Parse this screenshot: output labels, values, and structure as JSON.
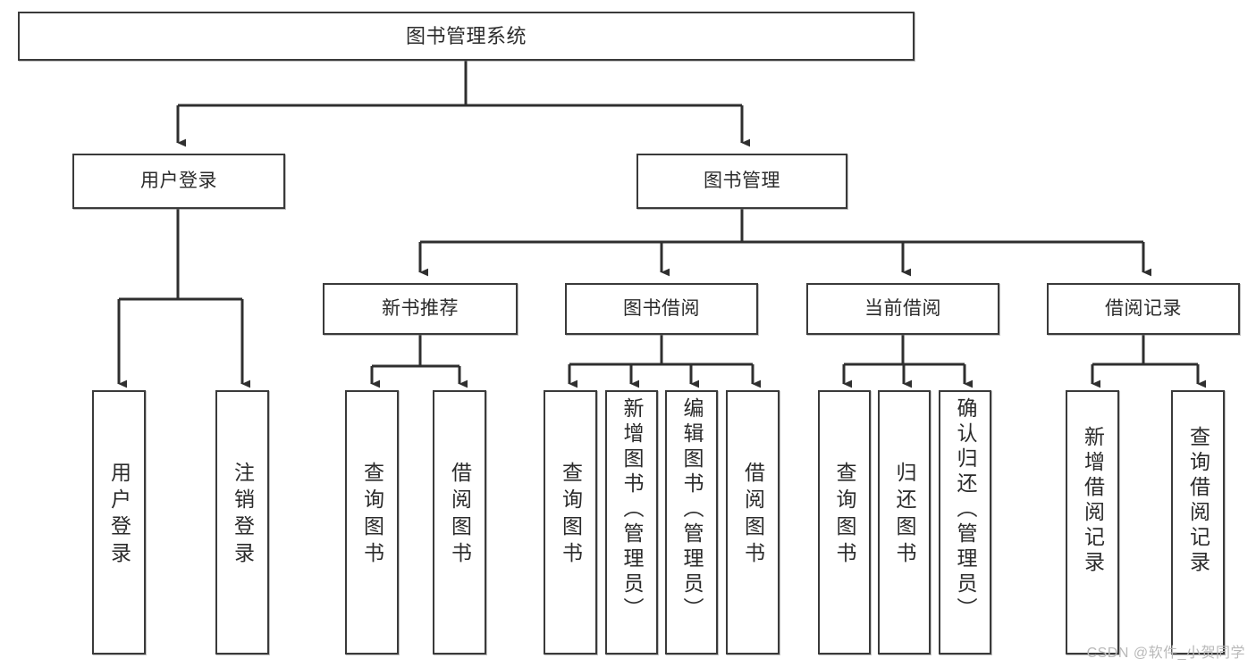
{
  "diagram": {
    "type": "tree",
    "title": "图书管理系统",
    "watermark": "CSDN @软件_小贺同学",
    "colors": {
      "box_border": "#3a3a3a",
      "box_fill": "#ffffff",
      "connector": "#2f2f2f",
      "text": "#2b2b2b",
      "watermark": "#b9b9b9"
    },
    "levels": {
      "root": "图书管理系统",
      "level2": [
        "用户登录",
        "图书管理"
      ],
      "level3": [
        "新书推荐",
        "图书借阅",
        "当前借阅",
        "借阅记录"
      ]
    },
    "nodes": {
      "root": {
        "label": "图书管理系统"
      },
      "user_login": {
        "label": "用户登录"
      },
      "book_manage": {
        "label": "图书管理"
      },
      "new_book_rec": {
        "label": "新书推荐"
      },
      "book_borrow": {
        "label": "图书借阅"
      },
      "current_borrow": {
        "label": "当前借阅"
      },
      "borrow_record": {
        "label": "借阅记录"
      },
      "leaf_user_login": {
        "label": "用户登录"
      },
      "leaf_logout": {
        "label": "注销登录"
      },
      "leaf_query_book_1": {
        "label": "查询图书"
      },
      "leaf_borrow_book_1": {
        "label": "借阅图书"
      },
      "leaf_query_book_2": {
        "label": "查询图书"
      },
      "leaf_add_book_admin": {
        "label": "新增图书（管理员）"
      },
      "leaf_edit_book_admin": {
        "label": "编辑图书（管理员）"
      },
      "leaf_borrow_book_2": {
        "label": "借阅图书"
      },
      "leaf_query_book_3": {
        "label": "查询图书"
      },
      "leaf_return_book": {
        "label": "归还图书"
      },
      "leaf_confirm_return_admin": {
        "label": "确认归还（管理员）"
      },
      "leaf_add_borrow_record": {
        "label": "新增借阅记录"
      },
      "leaf_query_borrow_record": {
        "label": "查询借阅记录"
      }
    },
    "edges": [
      {
        "from": "root",
        "to": "user_login"
      },
      {
        "from": "root",
        "to": "book_manage"
      },
      {
        "from": "user_login",
        "to": "leaf_user_login"
      },
      {
        "from": "user_login",
        "to": "leaf_logout"
      },
      {
        "from": "book_manage",
        "to": "new_book_rec"
      },
      {
        "from": "book_manage",
        "to": "book_borrow"
      },
      {
        "from": "book_manage",
        "to": "current_borrow"
      },
      {
        "from": "book_manage",
        "to": "borrow_record"
      },
      {
        "from": "new_book_rec",
        "to": "leaf_query_book_1"
      },
      {
        "from": "new_book_rec",
        "to": "leaf_borrow_book_1"
      },
      {
        "from": "book_borrow",
        "to": "leaf_query_book_2"
      },
      {
        "from": "book_borrow",
        "to": "leaf_add_book_admin"
      },
      {
        "from": "book_borrow",
        "to": "leaf_edit_book_admin"
      },
      {
        "from": "book_borrow",
        "to": "leaf_borrow_book_2"
      },
      {
        "from": "current_borrow",
        "to": "leaf_query_book_3"
      },
      {
        "from": "current_borrow",
        "to": "leaf_return_book"
      },
      {
        "from": "current_borrow",
        "to": "leaf_confirm_return_admin"
      },
      {
        "from": "borrow_record",
        "to": "leaf_add_borrow_record"
      },
      {
        "from": "borrow_record",
        "to": "leaf_query_borrow_record"
      }
    ]
  }
}
